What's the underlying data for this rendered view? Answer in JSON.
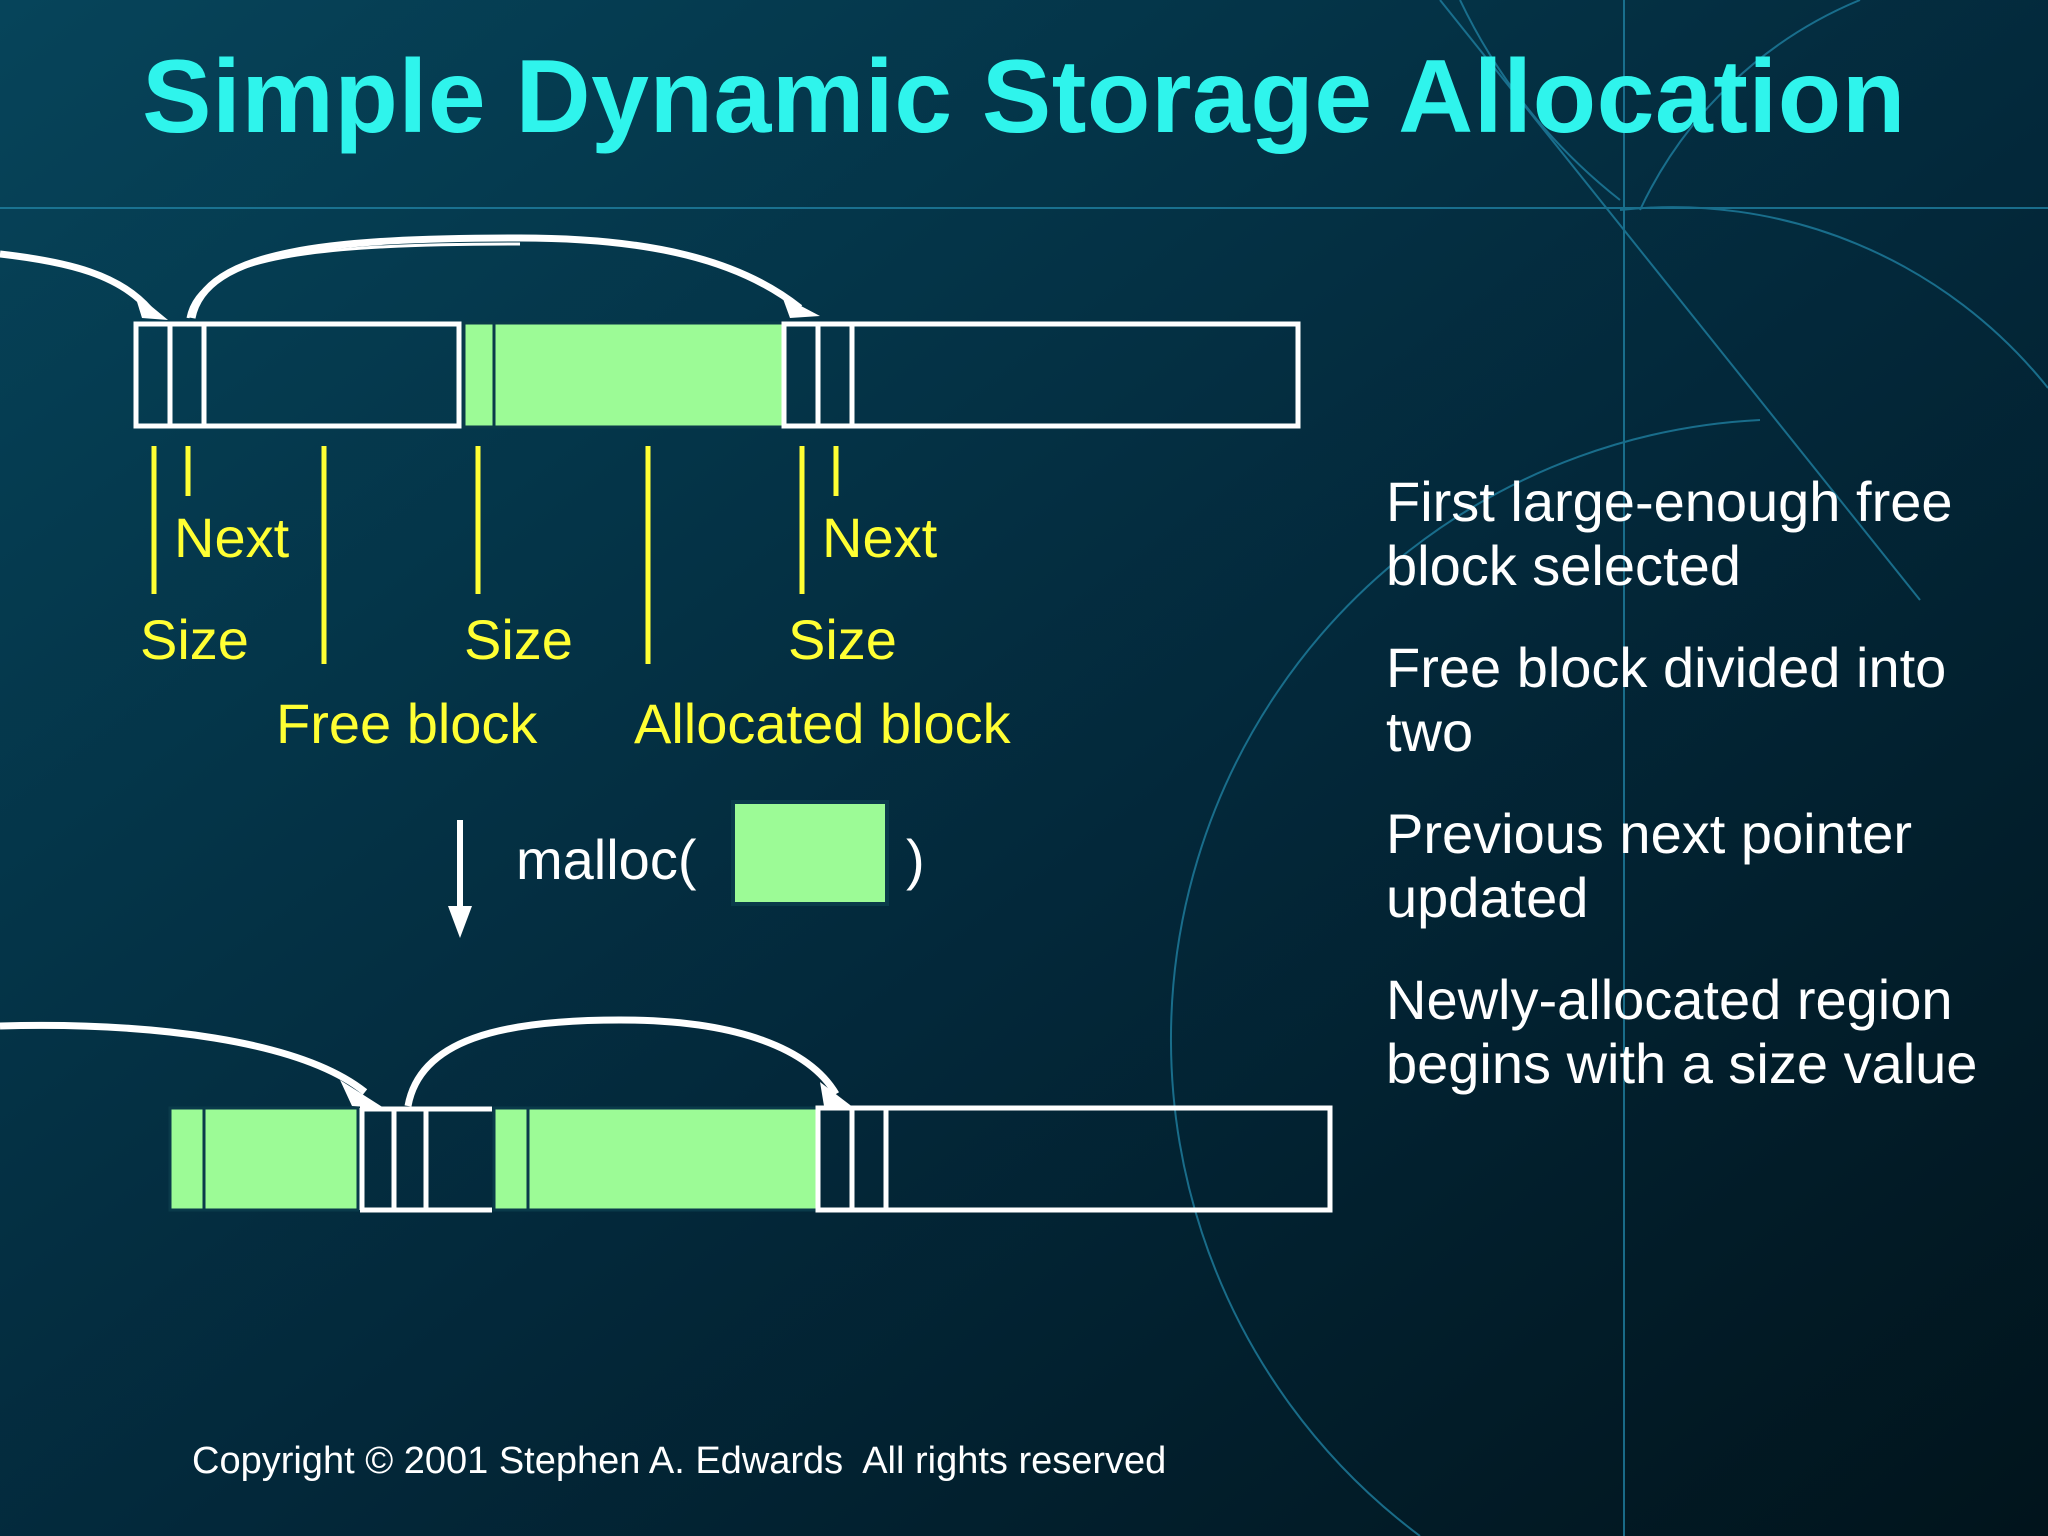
{
  "title": "Simple Dynamic Storage Allocation",
  "labels": {
    "next_1": "Next",
    "size_1": "Size",
    "size_2": "Size",
    "next_2": "Next",
    "size_3": "Size",
    "free_block": "Free block",
    "allocated_block": "Allocated block"
  },
  "malloc": {
    "open": "malloc(",
    "close": ")"
  },
  "bullets": [
    "First large-enough free block selected",
    "Free block divided into two",
    "Previous next pointer updated",
    "Newly-allocated region begins with a size value"
  ],
  "copyright": "Copyright © 2001 Stephen A. Edwards  All rights reserved",
  "colors": {
    "background": "#021a24",
    "title": "#2ff4ec",
    "label": "#ffff33",
    "allocated_fill": "#9cfb96",
    "outline": "#ffffff",
    "decoration": "#1f7fa0"
  }
}
